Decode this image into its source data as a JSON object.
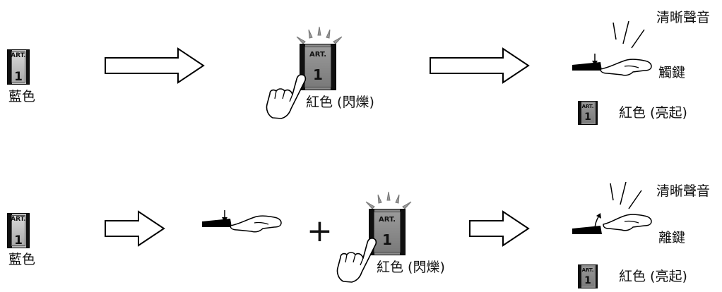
{
  "button": {
    "caption": "ART.",
    "number": "1"
  },
  "row1": {
    "start_color": "藍色",
    "blink_label": "紅色 (閃爍)",
    "sound_label": "清晰聲音",
    "key_action": "觸鍵",
    "lit_label": "紅色 (亮起)"
  },
  "row2": {
    "start_color": "藍色",
    "plus": "+",
    "blink_label": "紅色 (閃爍)",
    "sound_label": "清晰聲音",
    "key_action": "離鍵",
    "lit_label": "紅色 (亮起)"
  },
  "icons": [
    "right-arrow-icon",
    "pressing-hand-icon",
    "flashing-rays-icon",
    "key-press-icon",
    "key-release-icon",
    "sound-lines-icon"
  ]
}
